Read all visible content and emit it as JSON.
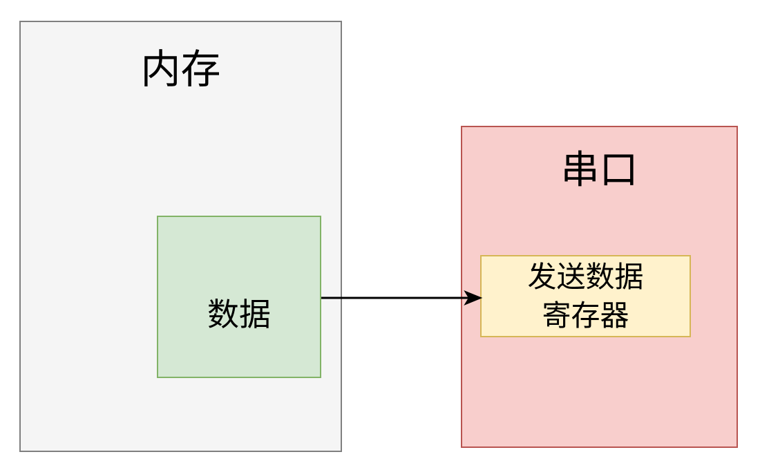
{
  "diagram": {
    "background_color": "#ffffff",
    "memory_box": {
      "title": "内存",
      "fill": "#f5f5f5",
      "stroke": "#7f7f7f"
    },
    "data_box": {
      "label": "数据",
      "fill": "#d5e8d4",
      "stroke": "#82b366"
    },
    "serial_box": {
      "title": "串口",
      "fill": "#f8cecc",
      "stroke": "#b85450"
    },
    "register_box": {
      "label_lines": [
        "发送数据",
        "寄存器"
      ],
      "fill": "#fff2cc",
      "stroke": "#d6b656"
    },
    "arrow": {
      "color": "#000000",
      "from_label": "数据",
      "to_label": "发送数据寄存器"
    }
  }
}
